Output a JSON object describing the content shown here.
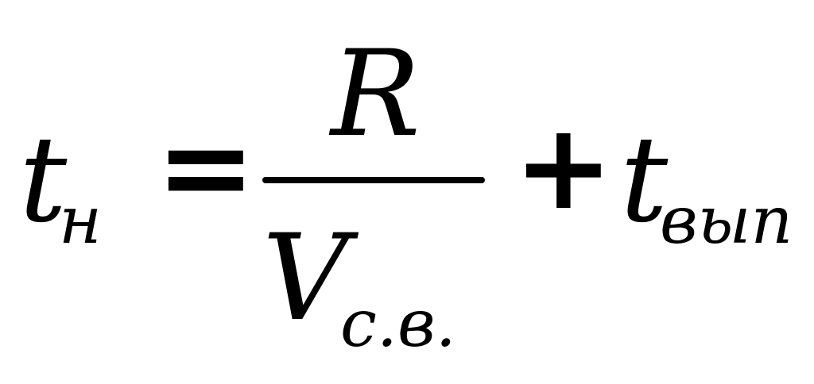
{
  "formula": {
    "lhs": {
      "symbol": "t",
      "subscript": "н"
    },
    "equals": "=",
    "numerator": "R",
    "denominator": {
      "symbol": "V",
      "subscript": "с.в."
    },
    "plus": "+",
    "rhs_term": {
      "symbol": "t",
      "subscript": "вып"
    }
  }
}
